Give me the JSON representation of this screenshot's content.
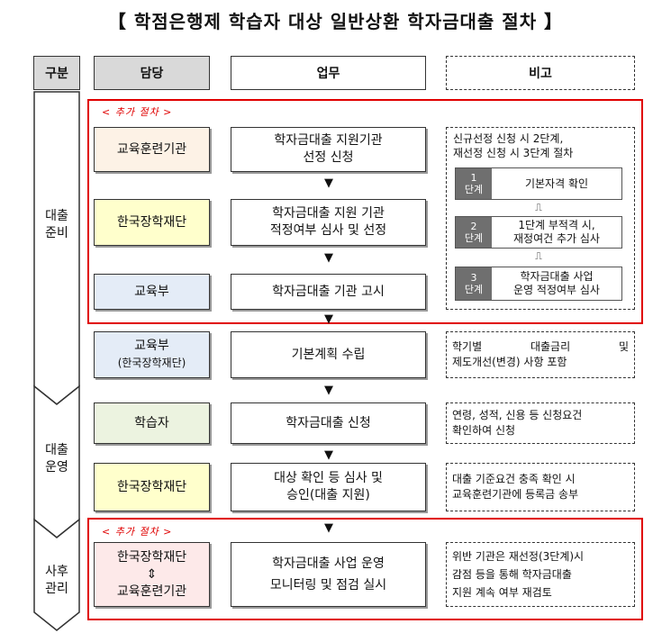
{
  "title": "【 학점은행제 학습자 대상 일반상환 학자금대출 절차 】",
  "headers": {
    "category": "구분",
    "owner": "담당",
    "task": "업무",
    "note": "비고"
  },
  "stages": [
    {
      "line1": "대출",
      "line2": "준비"
    },
    {
      "line1": "대출",
      "line2": "운영"
    },
    {
      "line1": "사후",
      "line2": "관리"
    }
  ],
  "added_label": "< 추가 절차 >",
  "rows": [
    {
      "owner": "교육훈련기관",
      "task1": "학자금대출 지원기관",
      "task2": "선정 신청"
    },
    {
      "owner": "한국장학재단",
      "task1": "학자금대출 지원 기관",
      "task2": "적정여부 심사 및 선정"
    },
    {
      "owner": "교육부",
      "task1": "학자금대출 기관 고시"
    },
    {
      "owner1": "교육부",
      "owner2": "(한국장학재단)",
      "task1": "기본계획 수립",
      "note1": "학기별 대출금리 및",
      "note2": "제도개선(변경) 사항 포함"
    },
    {
      "owner": "학습자",
      "task1": "학자금대출 신청",
      "note1": "연령, 성적, 신용 등 신청요건",
      "note2": "확인하여 신청"
    },
    {
      "owner": "한국장학재단",
      "task1": "대상 확인 등 심사 및",
      "task2": "승인(대출 지원)",
      "note1": "대출 기준요건 충족 확인 시",
      "note2": "교육훈련기관에 등록금 송부"
    },
    {
      "owner1": "한국장학재단",
      "owner_arrow": "⇕",
      "owner2": "교육훈련기관",
      "task1": "학자금대출 사업 운영",
      "task2": "모니터링 및 점검 실시",
      "note1": "위반 기관은 재선정(3단계)시",
      "note2": "감점 등을 통해 학자금대출",
      "note3": "지원 계속 여부 재검토"
    }
  ],
  "prep_note": {
    "intro1": "신규선정 신청 시 2단계,",
    "intro2": "재선정 신청 시 3단계 절차",
    "tilde": "⎍",
    "steps": [
      {
        "num": "1",
        "unit": "단계",
        "text1": "기본자격 확인"
      },
      {
        "num": "2",
        "unit": "단계",
        "text1": "1단계 부적격 시,",
        "text2": "재정여건 추가 심사"
      },
      {
        "num": "3",
        "unit": "단계",
        "text1": "학자금대출 사업",
        "text2": "운영 적정여부 심사"
      }
    ]
  },
  "arrow": "▼"
}
